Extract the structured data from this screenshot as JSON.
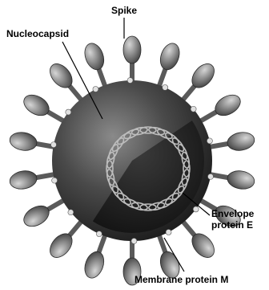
{
  "labels": {
    "spike": "Spike",
    "nucleocapsid": "Nucleocapsid",
    "envelope_line1": "Envelope",
    "envelope_line2": "protein E",
    "membrane": "Membrane protein M"
  },
  "colors": {
    "background": "#ffffff",
    "envelope": "#3a3a3a",
    "inner_core": "#1a1a1a",
    "spike": "#7d7d7d",
    "label": "#000000"
  }
}
